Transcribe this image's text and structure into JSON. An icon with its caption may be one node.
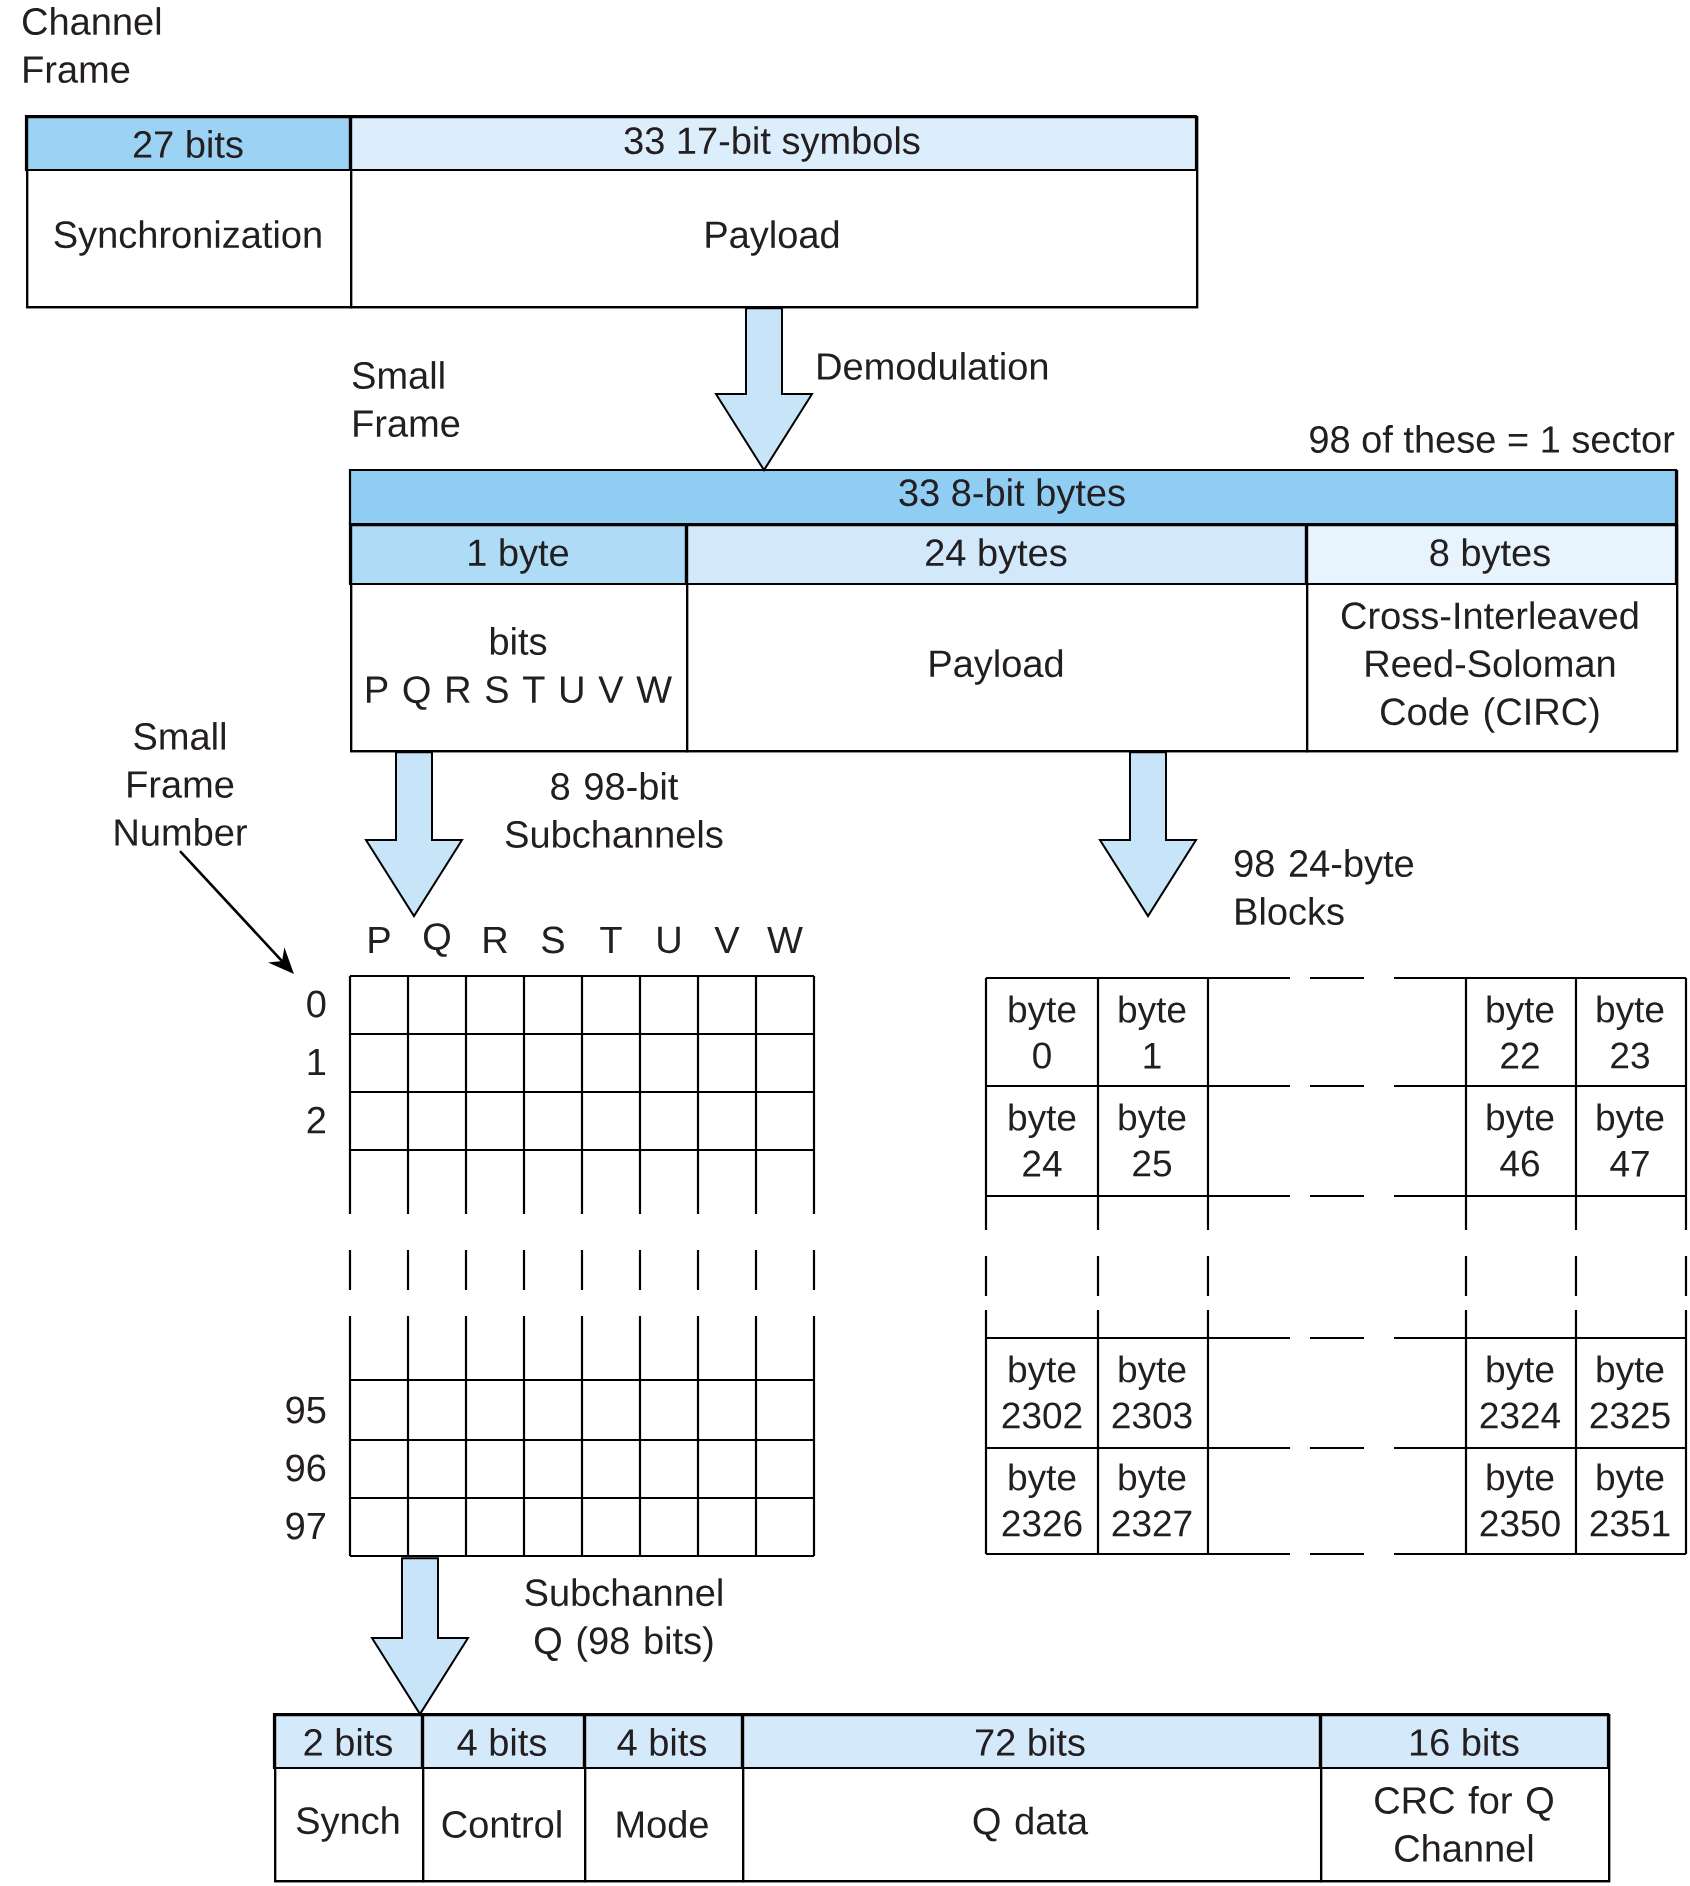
{
  "diagram": {
    "nodes": [
      {
        "text": [
          "Channel Frame"
        ]
      },
      {
        "text": [
          "27 bits",
          "Synchronization"
        ],
        "in": 0
      },
      {
        "text": [
          "33 17-bit symbols",
          "Payload"
        ],
        "in": 0
      },
      {
        "text": [
          "Small Frame",
          "33 8-bit bytes"
        ],
        "beside": [
          "98 of these = 1 sector"
        ]
      },
      {
        "text": [
          "1 byte",
          "bits",
          "P Q R S T U V W"
        ],
        "in": 3
      },
      {
        "text": [
          "24 bytes",
          "Payload"
        ],
        "in": 3
      },
      {
        "text": [
          "8 bytes",
          "Cross-Interleaved Reed-Soloman Code (CIRC)"
        ],
        "in": 3
      },
      {
        "text": [
          "Small Frame Number"
        ]
      },
      {
        "text": [],
        "shape": "grid",
        "beside": [
          "P",
          "Q",
          "R",
          "S",
          "T",
          "U",
          "V",
          "W",
          "0",
          "1",
          "2",
          "95",
          "96",
          "97"
        ]
      },
      {
        "text": [],
        "shape": "grid"
      },
      {
        "text": [],
        "shape": "box"
      },
      {
        "text": [
          "2 bits",
          "Synch"
        ],
        "in": 10
      },
      {
        "text": [
          "4 bits",
          "Control"
        ],
        "in": 10
      },
      {
        "text": [
          "4 bits",
          "Mode"
        ],
        "in": 10
      },
      {
        "text": [
          "72 bits",
          "Q data"
        ],
        "in": 10
      },
      {
        "text": [
          "16 bits",
          "CRC for Q Channel"
        ],
        "in": 10
      }
    ],
    "edges": [
      {
        "from": 0,
        "to": 3,
        "arrow": "to",
        "label": "Demodulation"
      },
      {
        "from": 4,
        "to": 8,
        "arrow": "to",
        "label": "8 98-bit Subchannels"
      },
      {
        "from": 5,
        "to": 9,
        "arrow": "to",
        "label": "98 24-byte Blocks"
      },
      {
        "from": 7,
        "to": 8,
        "arrow": "to",
        "color": "#000000"
      },
      {
        "from": 8,
        "to": 10,
        "arrow": "to",
        "label": "Subchannel Q (98 bits)"
      }
    ],
    "labels": [
      "byte 0",
      "byte 1",
      "byte 22",
      "byte 23",
      "byte 24",
      "byte 25",
      "byte 46",
      "byte 47",
      "byte 2302",
      "byte 2303",
      "byte 2324",
      "byte 2325",
      "byte 2326",
      "byte 2327",
      "byte 2350",
      "byte 2351"
    ]
  }
}
